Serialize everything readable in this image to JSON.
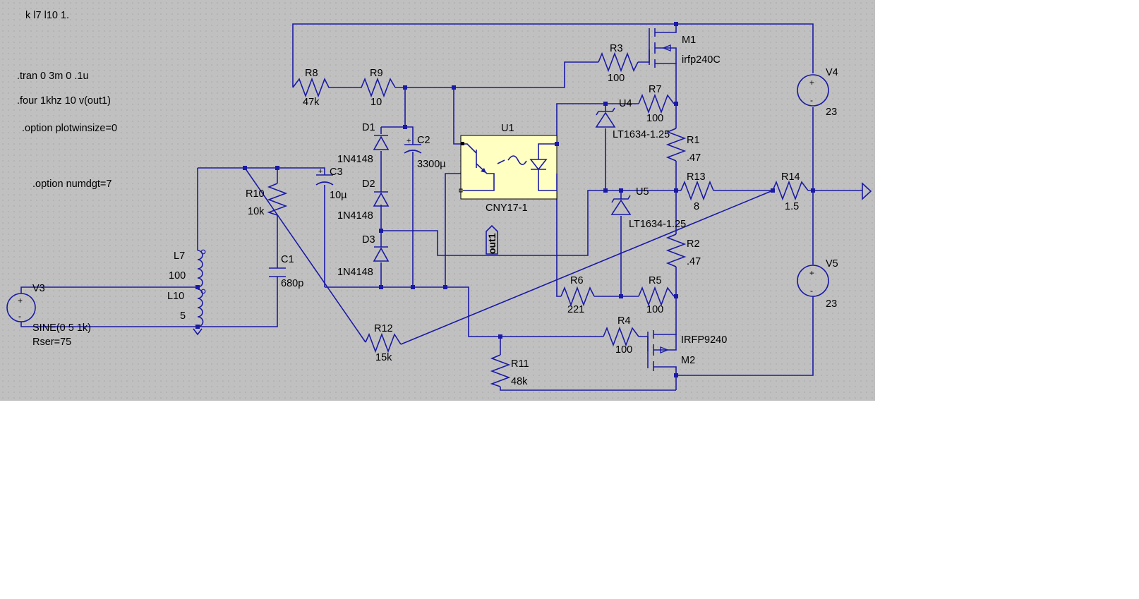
{
  "window": {
    "canvas_color": "#c0c0c0",
    "wire_color": "#1a1aa6",
    "opto_color": "#ffffc2"
  },
  "directives": [
    "k  l7 l10  1.",
    ".tran 0 3m 0 .1u",
    ".four 1khz 10 v(out1)",
    ".option plotwinsize=0",
    ".option numdgt=7"
  ],
  "components": {
    "r8": {
      "ref": "R8",
      "value": "47k"
    },
    "r9": {
      "ref": "R9",
      "value": "10"
    },
    "r3": {
      "ref": "R3",
      "value": "100"
    },
    "r7": {
      "ref": "R7",
      "value": "100"
    },
    "r1": {
      "ref": "R1",
      "value": ".47"
    },
    "r13": {
      "ref": "R13",
      "value": "8"
    },
    "r14": {
      "ref": "R14",
      "value": "1.5"
    },
    "r2": {
      "ref": "R2",
      "value": ".47"
    },
    "r6": {
      "ref": "R6",
      "value": "221"
    },
    "r5": {
      "ref": "R5",
      "value": "100"
    },
    "r4": {
      "ref": "R4",
      "value": "100"
    },
    "r11": {
      "ref": "R11",
      "value": "48k"
    },
    "r12": {
      "ref": "R12",
      "value": "15k"
    },
    "r10": {
      "ref": "R10",
      "value": "10k"
    },
    "c1": {
      "ref": "C1",
      "value": "680p"
    },
    "c2": {
      "ref": "C2",
      "value": "3300µ"
    },
    "c3": {
      "ref": "C3",
      "value": "10µ"
    },
    "d1": {
      "ref": "D1",
      "value": "1N4148"
    },
    "d2": {
      "ref": "D2",
      "value": "1N4148"
    },
    "d3": {
      "ref": "D3",
      "value": "1N4148"
    },
    "u1": {
      "ref": "U1",
      "value": "CNY17-1"
    },
    "u4": {
      "ref": "U4",
      "value": "LT1634-1.25"
    },
    "u5": {
      "ref": "U5",
      "value": "LT1634-1.25"
    },
    "m1": {
      "ref": "M1",
      "value": "irfp240C"
    },
    "m2": {
      "ref": "M2",
      "value": "IRFP9240"
    },
    "l7": {
      "ref": "L7",
      "value": "100"
    },
    "l10": {
      "ref": "L10",
      "value": "5"
    },
    "v3": {
      "ref": "V3",
      "value": "SINE(0 5 1k)",
      "extra": "Rser=75"
    },
    "v4": {
      "ref": "V4",
      "value": "23"
    },
    "v5": {
      "ref": "V5",
      "value": "23"
    }
  },
  "net_labels": {
    "out1": "out1"
  }
}
